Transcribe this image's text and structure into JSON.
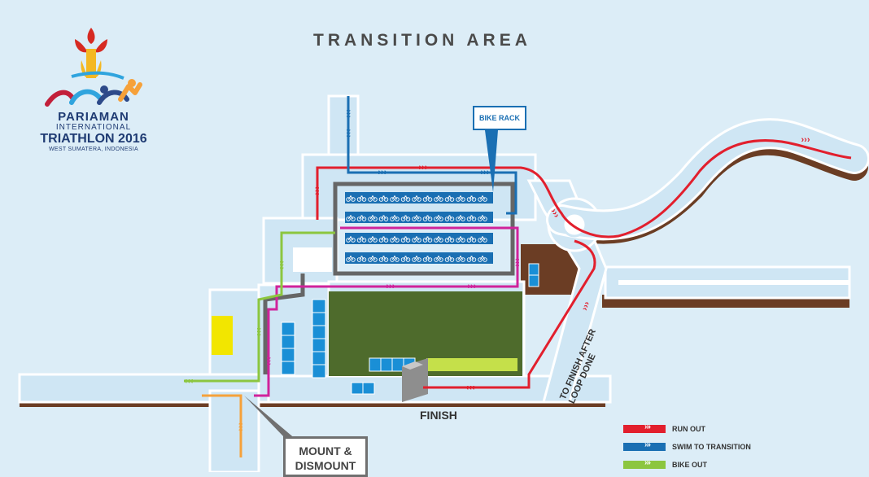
{
  "title": "TRANSITION AREA",
  "logo": {
    "line1": "PARIAMAN",
    "line2": "INTERNATIONAL",
    "line3": "TRIATHLON 2016",
    "line4": "WEST SUMATERA, INDONESIA"
  },
  "labels": {
    "bike_rack": "BIKE RACK",
    "finish": "FINISH",
    "to_finish_line1": "TO FINISH AFTER",
    "to_finish_line2": "LOOP DONE",
    "mount_line1": "MOUNT &",
    "mount_line2": "DISMOUNT"
  },
  "legend": [
    {
      "label": "RUN OUT",
      "color": "#e21f2d",
      "chevron": "›››"
    },
    {
      "label": "SWIM TO TRANSITION",
      "color": "#1a6fb3",
      "chevron": "›››"
    },
    {
      "label": "BIKE OUT",
      "color": "#8cc63f",
      "chevron": "›››"
    }
  ],
  "colors": {
    "road": "#cfe6f4",
    "road_edge": "#ffffff",
    "shadow": "#6b3d24",
    "run": "#e21f2d",
    "swim": "#1a6fb3",
    "bike_out": "#8cc63f",
    "bike_in": "#d0239b",
    "mount": "#f6a13a",
    "grass": "#4e6b2c",
    "rack_frame": "#666666",
    "rack": "#1a6fb3",
    "yellow_box": "#f2e600",
    "light_green_bar": "#c5e04a"
  },
  "icons": {
    "bike": "bicycle-icon",
    "chevron": "chevron-right-icon"
  }
}
